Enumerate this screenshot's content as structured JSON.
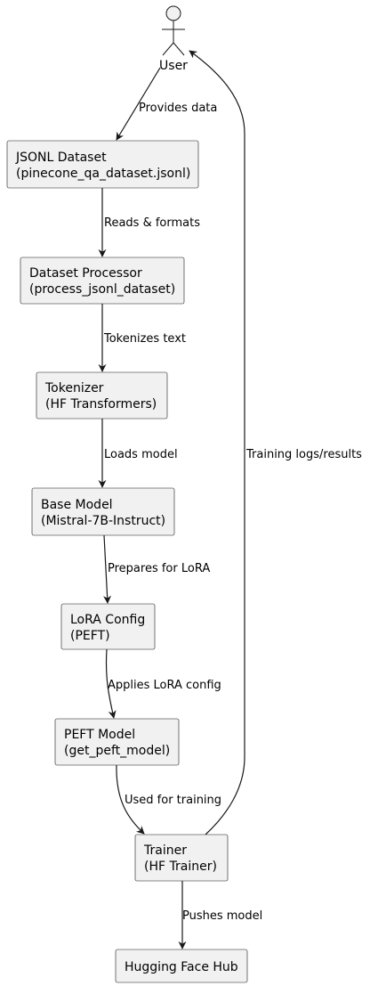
{
  "actor": {
    "label": "User"
  },
  "nodes": {
    "jsonl_dataset": {
      "line1": "JSONL Dataset",
      "line2": "(pinecone_qa_dataset.jsonl)"
    },
    "dataset_processor": {
      "line1": "Dataset Processor",
      "line2": "(process_jsonl_dataset)"
    },
    "tokenizer": {
      "line1": "Tokenizer",
      "line2": "(HF Transformers)"
    },
    "base_model": {
      "line1": "Base Model",
      "line2": "(Mistral-7B-Instruct)"
    },
    "lora_config": {
      "line1": "LoRA Config",
      "line2": "(PEFT)"
    },
    "peft_model": {
      "line1": "PEFT Model",
      "line2": "(get_peft_model)"
    },
    "trainer": {
      "line1": "Trainer",
      "line2": "(HF Trainer)"
    },
    "hub": {
      "line1": "Hugging Face Hub"
    }
  },
  "edges": {
    "provides_data": "Provides data",
    "reads_formats": "Reads & formats",
    "tokenizes_text": "Tokenizes text",
    "loads_model": "Loads model",
    "prepares_lora": "Prepares for LoRA",
    "applies_lora": "Applies LoRA config",
    "used_for_training": "Used for training",
    "training_logs": "Training logs/results",
    "pushes_model": "Pushes model"
  }
}
